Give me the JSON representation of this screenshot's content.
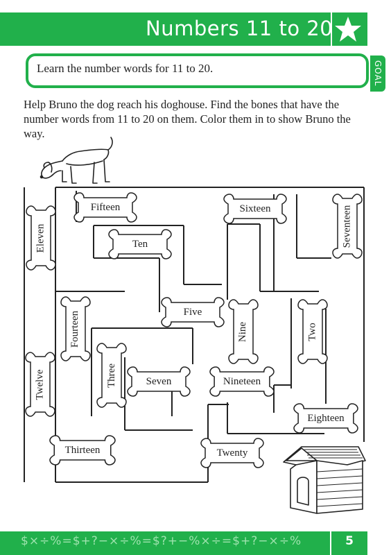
{
  "header": {
    "title": "Numbers 11 to 20",
    "icon": "star-icon",
    "color": "#21b04b"
  },
  "goal": {
    "text": "Learn the number words for 11 to 20.",
    "tab_label": "GOAL"
  },
  "instructions": "Help Bruno the dog reach his doghouse. Find the bones that have the number words from 11 to 20 on them. Color them in to show Bruno the way.",
  "bones": [
    {
      "id": "eleven",
      "label": "Eleven"
    },
    {
      "id": "fifteen",
      "label": "Fifteen"
    },
    {
      "id": "ten",
      "label": "Ten"
    },
    {
      "id": "sixteen",
      "label": "Sixteen"
    },
    {
      "id": "seventeen",
      "label": "Seventeen"
    },
    {
      "id": "fourteen",
      "label": "Fourteen"
    },
    {
      "id": "five",
      "label": "Five"
    },
    {
      "id": "nine",
      "label": "Nine"
    },
    {
      "id": "two",
      "label": "Two"
    },
    {
      "id": "twelve",
      "label": "Twelve"
    },
    {
      "id": "three",
      "label": "Three"
    },
    {
      "id": "seven",
      "label": "Seven"
    },
    {
      "id": "nineteen",
      "label": "Nineteen"
    },
    {
      "id": "eighteen",
      "label": "Eighteen"
    },
    {
      "id": "thirteen",
      "label": "Thirteen"
    },
    {
      "id": "twenty",
      "label": "Twenty"
    }
  ],
  "illustrations": {
    "dog": "dog-icon",
    "doghouse": "doghouse-icon"
  },
  "footer": {
    "symbols": "$×÷%=$+?−×÷%=$?+−%×÷=$+?−×÷%",
    "page_number": "5"
  }
}
